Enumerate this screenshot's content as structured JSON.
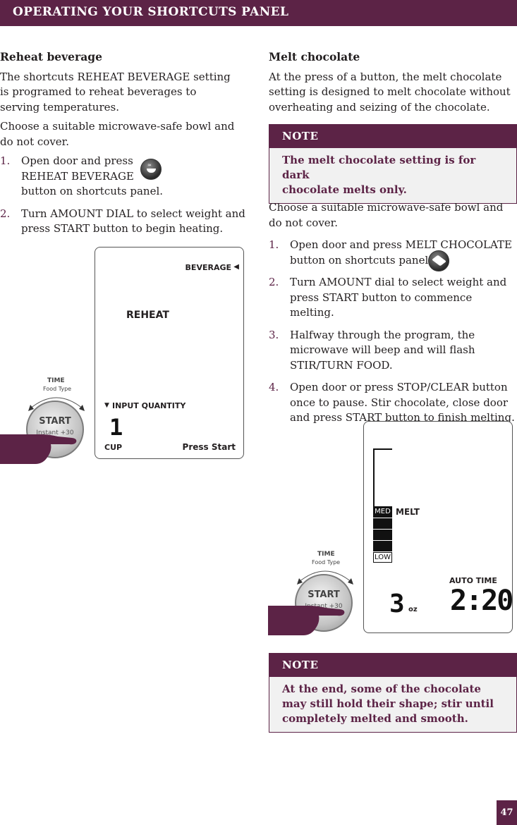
{
  "header": {
    "title": "OPERATING YOUR SHORTCUTS PANEL"
  },
  "left": {
    "title": "Reheat beverage",
    "para1_lines": [
      "The shortcuts REHEAT BEVERAGE setting",
      "is programed to reheat beverages to",
      "serving temperatures."
    ],
    "para2_lines": [
      "Choose a suitable microwave-safe bowl and",
      "do not cover."
    ],
    "steps": [
      {
        "num": "1.",
        "lines": [
          "Open door and press",
          "REHEAT BEVERAGE",
          "button on shortcuts panel."
        ]
      },
      {
        "num": "2.",
        "lines": [
          "Turn AMOUNT DIAL to select weight and",
          "press START button to begin heating."
        ]
      }
    ],
    "display": {
      "beverage": "BEVERAGE",
      "reheat": "REHEAT",
      "input_quantity": "INPUT QUANTITY",
      "digit": "1",
      "unit": "CUP",
      "press_start": "Press Start"
    },
    "knob": {
      "time": "TIME",
      "food_type": "Food Type",
      "start": "START",
      "instant": "Instant +30"
    }
  },
  "right": {
    "title": "Melt chocolate",
    "para1_lines": [
      "At the press of a button, the melt chocolate",
      "setting is designed to melt chocolate without",
      "overheating and seizing of the chocolate."
    ],
    "note1": {
      "head": "NOTE",
      "lines": [
        "The melt chocolate setting is for dark",
        "chocolate melts only."
      ]
    },
    "para2_lines": [
      "Choose a suitable microwave-safe bowl and",
      "do not cover."
    ],
    "steps": [
      {
        "num": "1.",
        "lines": [
          "Open door and press MELT CHOCOLATE",
          "button on shortcuts panel."
        ]
      },
      {
        "num": "2.",
        "lines": [
          "Turn AMOUNT dial to select weight and",
          "press START button to commence melting."
        ]
      },
      {
        "num": "3.",
        "lines": [
          "Halfway through the program, the",
          "microwave will beep and will flash",
          "STIR/TURN FOOD."
        ]
      },
      {
        "num": "4.",
        "lines": [
          "Open door or press STOP/CLEAR button",
          "once to pause. Stir chocolate, close door",
          "and press START button to finish melting."
        ]
      }
    ],
    "display": {
      "med": "MED",
      "melt": "MELT",
      "low": "LOW",
      "auto_time": "AUTO TIME",
      "digit": "3",
      "unit": "oz",
      "time": "2:20"
    },
    "knob": {
      "time": "TIME",
      "food_type": "Food Type",
      "start": "START",
      "instant": "Instant +30"
    },
    "note2": {
      "head": "NOTE",
      "lines": [
        "At the end, some of the chocolate",
        "may still hold their shape; stir until",
        "completely melted and smooth."
      ]
    }
  },
  "page_number": "47",
  "colors": {
    "brand": "#5c2346",
    "note_bg": "#f1f1f1"
  }
}
